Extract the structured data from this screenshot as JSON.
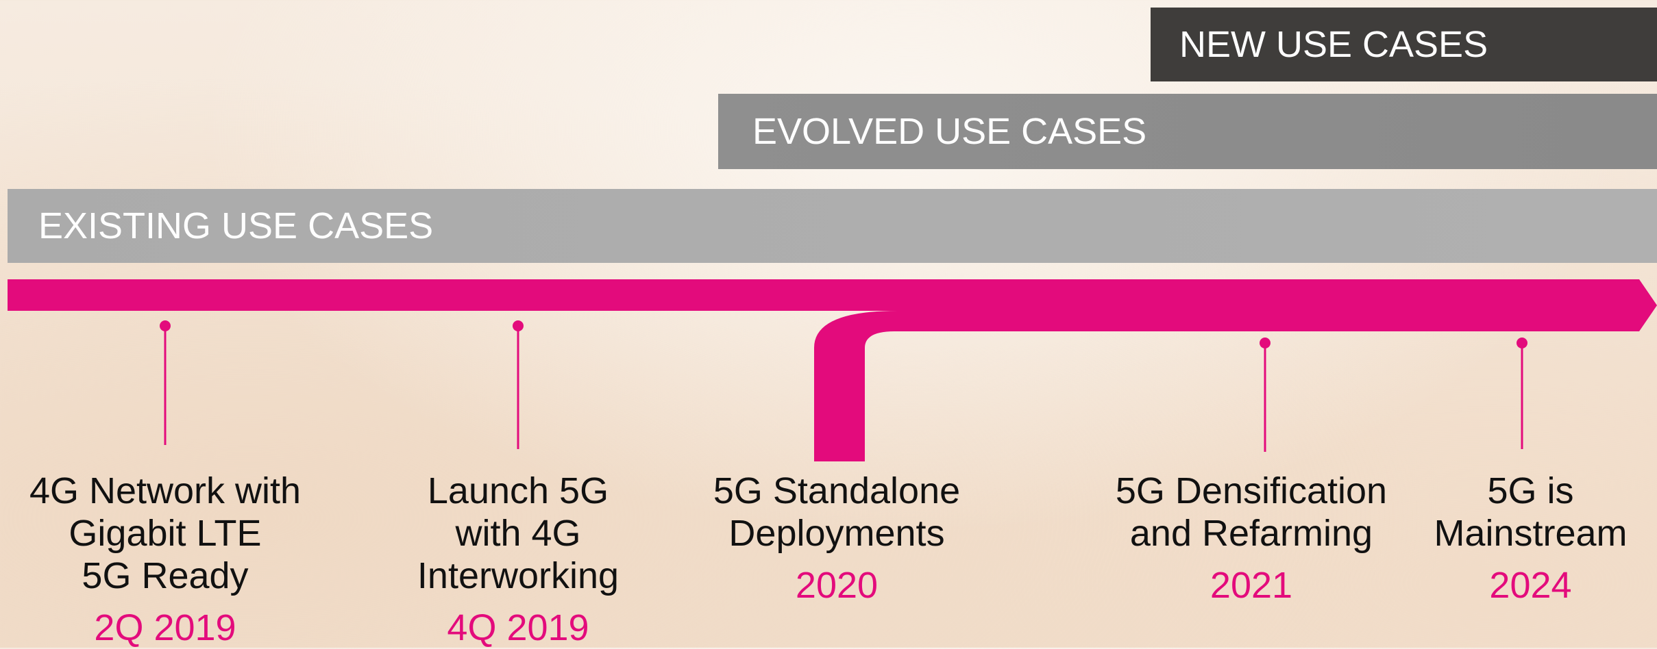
{
  "bands": {
    "new": "NEW USE CASES",
    "evolved": "EVOLVED USE CASES",
    "existing": "EXISTING USE CASES"
  },
  "colors": {
    "magenta": "#e30b7c",
    "dark_band": "#3f3d3b",
    "mid_band": "#8c8c8c",
    "light_band": "#adadad"
  },
  "milestones": [
    {
      "lines": "4G Network with\nGigabit LTE\n5G Ready",
      "date": "2Q 2019"
    },
    {
      "lines": "Launch 5G\nwith 4G\nInterworking",
      "date": "4Q 2019"
    },
    {
      "lines": "5G Standalone\nDeployments",
      "date": "2020"
    },
    {
      "lines": "5G Densification\nand Refarming",
      "date": "2021"
    },
    {
      "lines": "5G is\nMainstream",
      "date": "2024"
    }
  ]
}
